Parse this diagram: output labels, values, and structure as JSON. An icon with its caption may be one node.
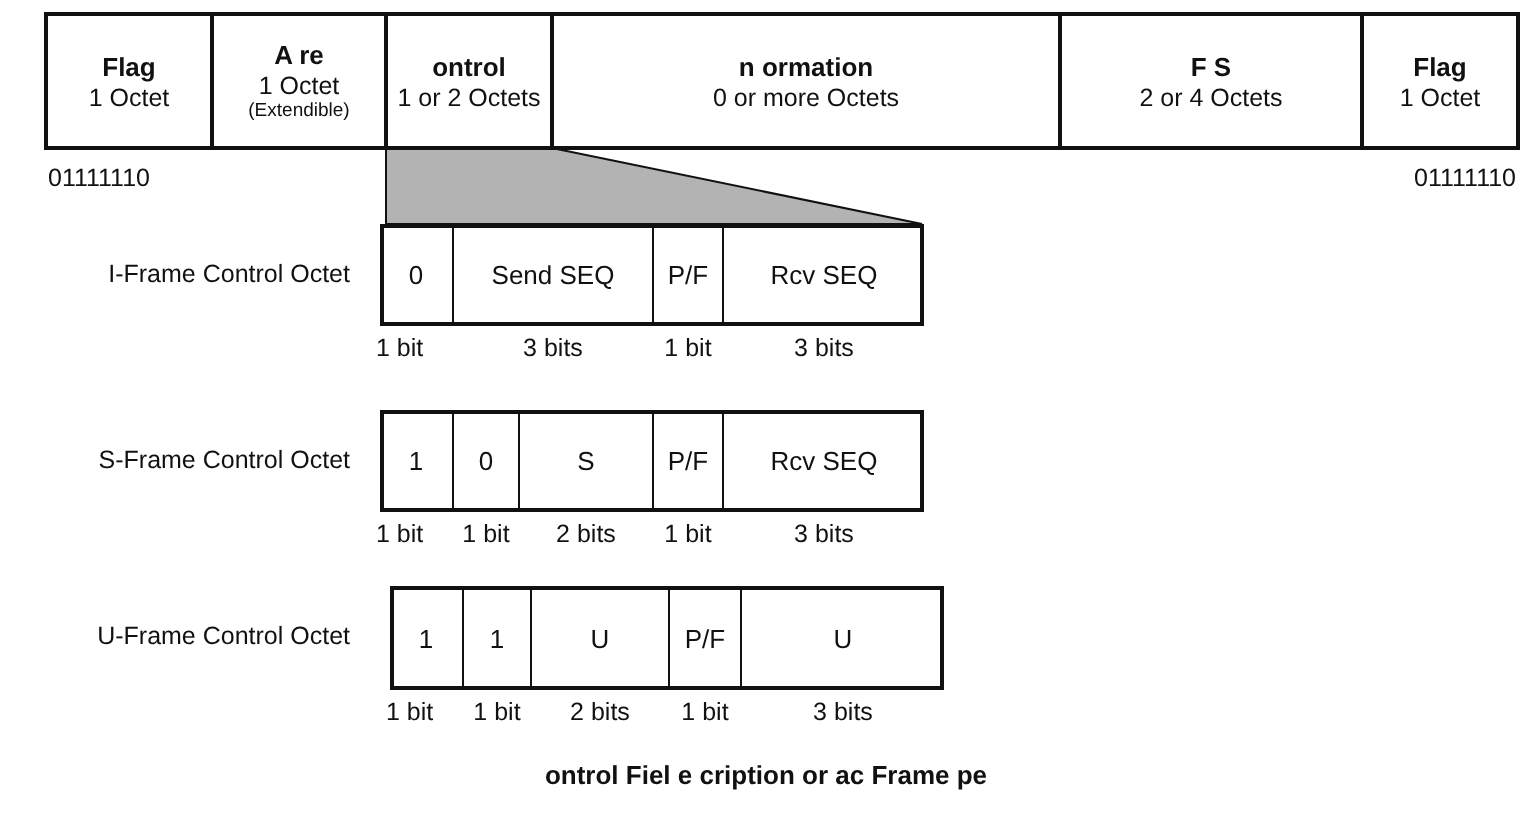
{
  "diagram": {
    "caption": "ontrol Fiel e cription or ac Frame pe",
    "nodes": [
      {
        "text": [
          "Flag",
          "1 Octet"
        ],
        "beside": [
          "01111110"
        ]
      },
      {
        "text": [
          "A re",
          "1 Octet",
          "(Extendible)"
        ]
      },
      {
        "text": [
          "ontrol",
          "1 or 2 Octets"
        ]
      },
      {
        "text": [
          "n ormation",
          "0 or more Octets"
        ]
      },
      {
        "text": [
          "F S",
          "2 or 4 Octets"
        ]
      },
      {
        "text": [
          "Flag",
          "1 Octet"
        ],
        "beside": [
          "01111110"
        ]
      },
      {
        "text": [],
        "shape": "box",
        "beside": [
          "I-Frame Control Octet"
        ]
      },
      {
        "text": [
          "0"
        ],
        "in": 6,
        "beside": [
          "1 bit"
        ]
      },
      {
        "text": [
          "Send SEQ"
        ],
        "in": 6,
        "beside": [
          "3 bits"
        ]
      },
      {
        "text": [
          "P/F"
        ],
        "in": 6,
        "beside": [
          "1 bit"
        ]
      },
      {
        "text": [
          "Rcv SEQ"
        ],
        "in": 6,
        "beside": [
          "3 bits"
        ]
      },
      {
        "text": [],
        "shape": "box",
        "beside": [
          "S-Frame Control Octet"
        ]
      },
      {
        "text": [
          "1"
        ],
        "in": 11,
        "beside": [
          "1 bit"
        ]
      },
      {
        "text": [
          "0"
        ],
        "in": 11,
        "beside": [
          "1 bit"
        ]
      },
      {
        "text": [
          "S"
        ],
        "in": 11,
        "beside": [
          "2 bits"
        ]
      },
      {
        "text": [
          "P/F"
        ],
        "in": 11,
        "beside": [
          "1 bit"
        ]
      },
      {
        "text": [
          "Rcv SEQ"
        ],
        "in": 11,
        "beside": [
          "3 bits"
        ]
      },
      {
        "text": [],
        "shape": "box",
        "beside": [
          "U-Frame Control Octet"
        ]
      },
      {
        "text": [
          "1"
        ],
        "in": 17,
        "beside": [
          "1 bit"
        ]
      },
      {
        "text": [
          "1"
        ],
        "in": 17,
        "beside": [
          "1 bit"
        ]
      },
      {
        "text": [
          "U"
        ],
        "in": 17,
        "beside": [
          "2 bits"
        ]
      },
      {
        "text": [
          "P/F"
        ],
        "in": 17,
        "beside": [
          "1 bit"
        ]
      },
      {
        "text": [
          "U"
        ],
        "in": 17,
        "beside": [
          "3 bits"
        ]
      },
      {
        "text": [],
        "shape": "trapezoid"
      }
    ]
  }
}
